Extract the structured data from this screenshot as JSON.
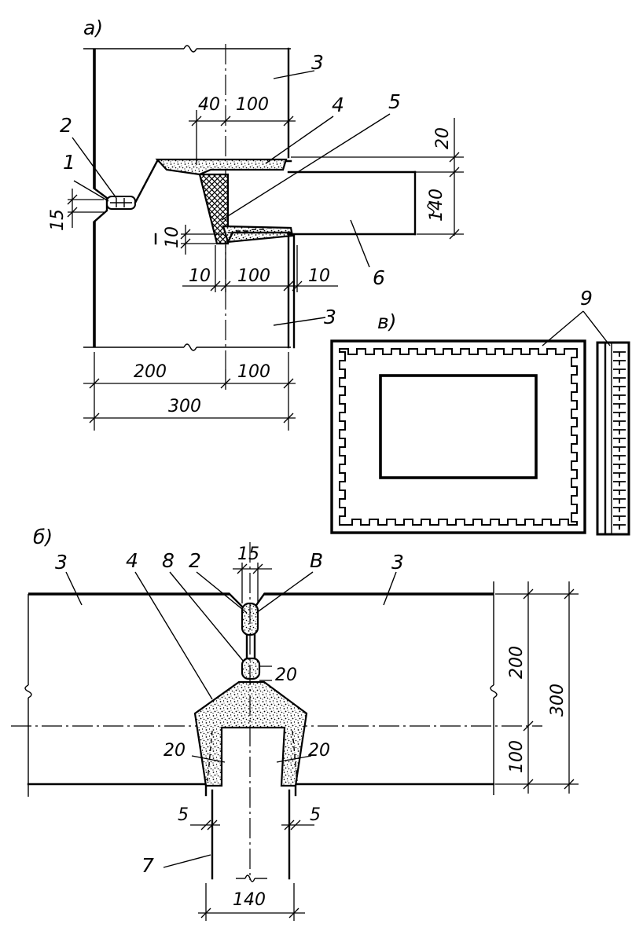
{
  "panels": {
    "a": "а)",
    "b": "б)",
    "v": "в)"
  },
  "callouts": {
    "p1": "1",
    "p2": "2",
    "p3": "3",
    "p4": "4",
    "p5": "5",
    "p6": "6",
    "p7": "7",
    "p8": "8",
    "p9": "9",
    "pB": "В"
  },
  "dims_a": {
    "d40": "40",
    "d100_top": "100",
    "d20": "20",
    "d140": "140",
    "d15": "15",
    "d10_v": "10",
    "d10_l": "10",
    "d100_mid": "100",
    "d10_r": "10",
    "d200": "200",
    "d100_bot": "100",
    "d300": "300"
  },
  "dims_b": {
    "d15": "15",
    "d20_top": "20",
    "d20_l": "20",
    "d20_r": "20",
    "d5_l": "5",
    "d5_r": "5",
    "d140": "140",
    "d200": "200",
    "d100": "100",
    "d300": "300"
  }
}
